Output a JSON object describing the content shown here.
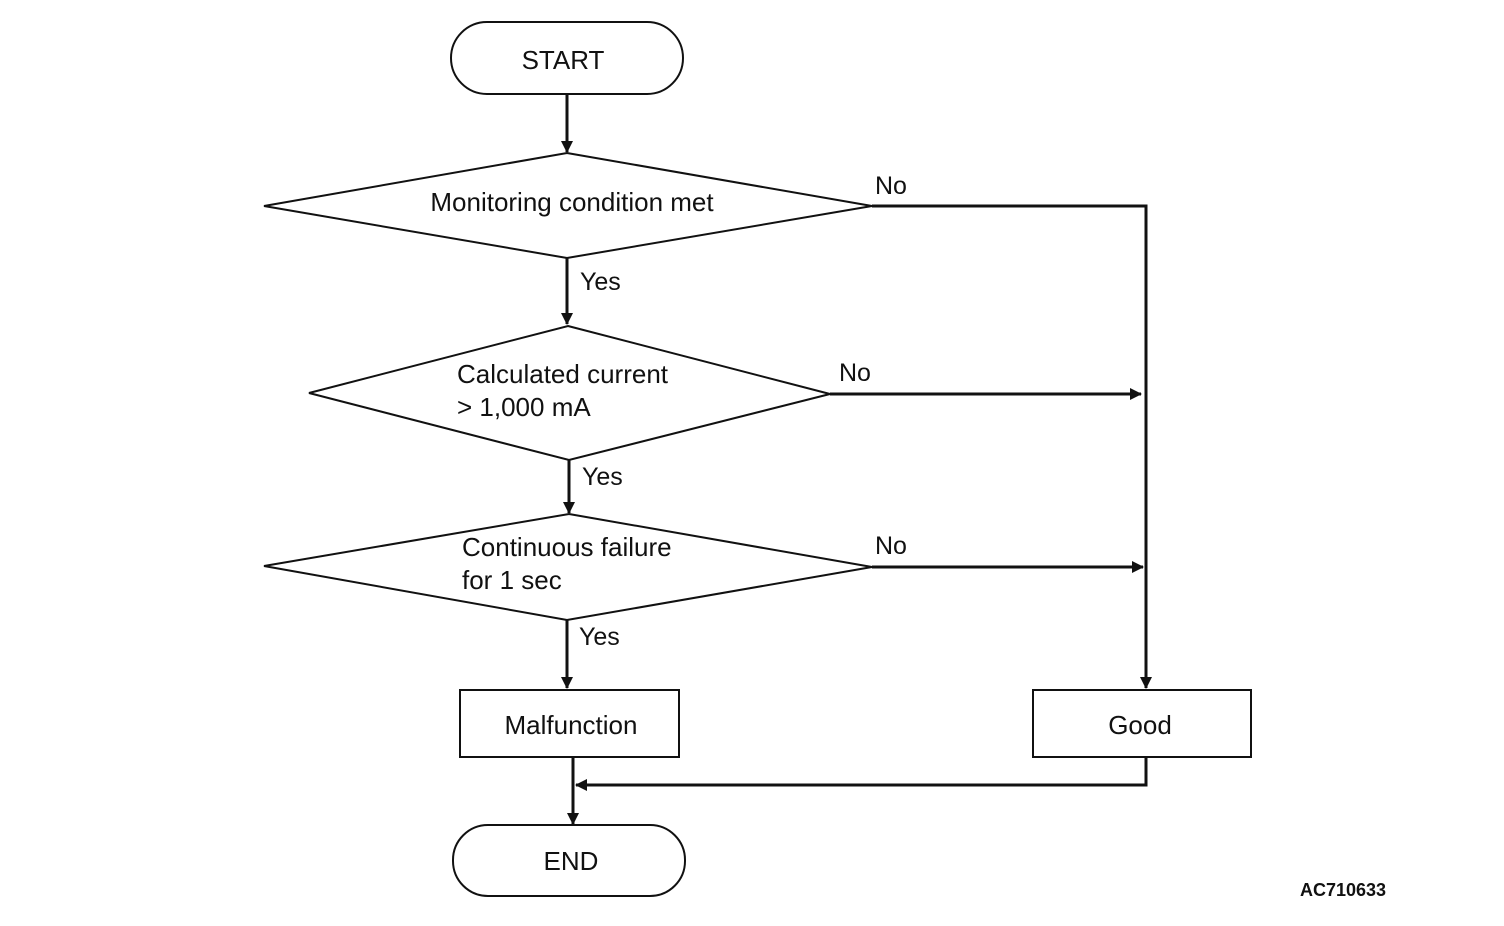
{
  "nodes": {
    "start": "START",
    "monitoring": "Monitoring condition met",
    "current_line1": "Calculated current",
    "current_line2": "> 1,000 mA",
    "failure_line1": "Continuous failure",
    "failure_line2": "for 1 sec",
    "malfunction": "Malfunction",
    "good": "Good",
    "end": "END"
  },
  "edges": {
    "monitoring_yes": "Yes",
    "monitoring_no": "No",
    "current_yes": "Yes",
    "current_no": "No",
    "failure_yes": "Yes",
    "failure_no": "No"
  },
  "figure_id": "AC710633"
}
